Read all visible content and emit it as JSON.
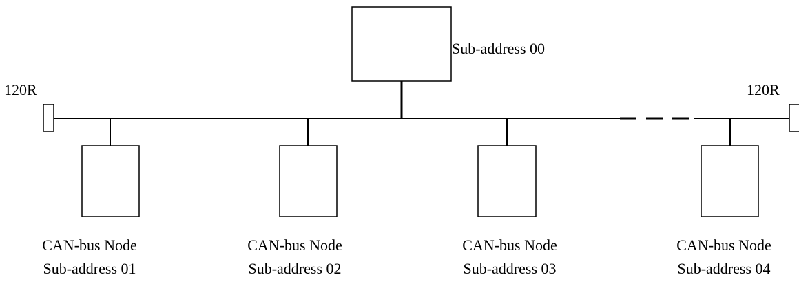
{
  "master": {
    "label": "Sub-address 00"
  },
  "terminators": {
    "left": "120R",
    "right": "120R"
  },
  "nodes": [
    {
      "type": "CAN-bus Node",
      "address": "Sub-address 01"
    },
    {
      "type": "CAN-bus Node",
      "address": "Sub-address 02"
    },
    {
      "type": "CAN-bus Node",
      "address": "Sub-address 03"
    },
    {
      "type": "CAN-bus Node",
      "address": "Sub-address 04"
    }
  ]
}
